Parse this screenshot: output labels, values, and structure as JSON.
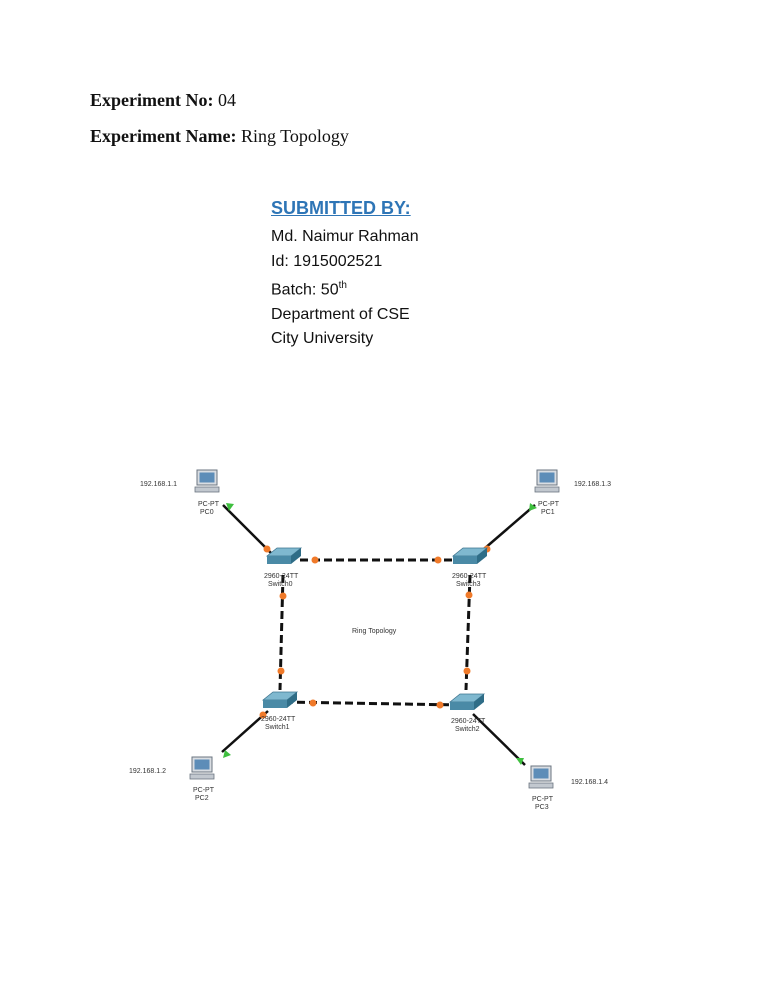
{
  "experiment": {
    "no_label": "Experiment  No:",
    "no_value": "04",
    "name_label": "Experiment  Name:",
    "name_value": "Ring Topology"
  },
  "submitted": {
    "title": "SUBMITTED BY:",
    "name": "Md. Naimur Rahman",
    "id": "Id: 1915002521",
    "batch_prefix": "Batch: 50",
    "batch_sup": "th",
    "department": "Department  of CSE",
    "university": "City University"
  },
  "diagram": {
    "center_label": "Ring Topology",
    "pcs": [
      {
        "type": "PC-PT",
        "name": "PC0",
        "ip": "192.168.1.1"
      },
      {
        "type": "PC-PT",
        "name": "PC1",
        "ip": "192.168.1.3"
      },
      {
        "type": "PC-PT",
        "name": "PC2",
        "ip": "192.168.1.2"
      },
      {
        "type": "PC-PT",
        "name": "PC3",
        "ip": "192.168.1.4"
      }
    ],
    "switches": [
      {
        "model": "2960-24TT",
        "name": "Switch0"
      },
      {
        "model": "2960-24TT",
        "name": "Switch3"
      },
      {
        "model": "2960-24TT",
        "name": "Switch1"
      },
      {
        "model": "2960-24TT",
        "name": "Switch2"
      }
    ],
    "colors": {
      "link": "#111111",
      "port_orange": "#f07a2a",
      "port_green": "#3fbf3f",
      "switch_top": "#7fb8cf",
      "switch_side": "#4a8aa6"
    }
  }
}
